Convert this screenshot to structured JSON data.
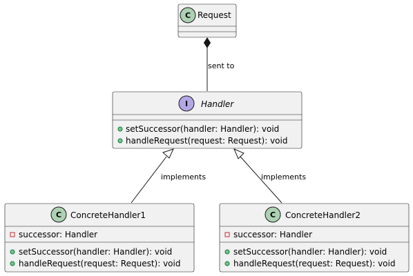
{
  "colors": {
    "box_fill": "#f1f1f1",
    "border": "#181818",
    "class_badge": "#add1b2",
    "interface_badge": "#b4a7e5",
    "private_marker": "#c82930",
    "public_marker": "#84be84"
  },
  "classes": {
    "request": {
      "badge": "C",
      "name": "Request"
    },
    "handler": {
      "badge": "I",
      "name": "Handler",
      "methods": [
        "setSuccessor(handler: Handler): void",
        "handleRequest(request: Request): void"
      ]
    },
    "concrete1": {
      "badge": "C",
      "name": "ConcreteHandler1",
      "fields": [
        "successor: Handler"
      ],
      "methods": [
        "setSuccessor(handler: Handler): void",
        "handleRequest(request: Request): void"
      ]
    },
    "concrete2": {
      "badge": "C",
      "name": "ConcreteHandler2",
      "fields": [
        "successor: Handler"
      ],
      "methods": [
        "setSuccessor(handler: Handler): void",
        "handleRequest(request: Request): void"
      ]
    }
  },
  "relations": {
    "composition_label": "sent to",
    "implements_left_label": "implements",
    "implements_right_label": "implements"
  }
}
